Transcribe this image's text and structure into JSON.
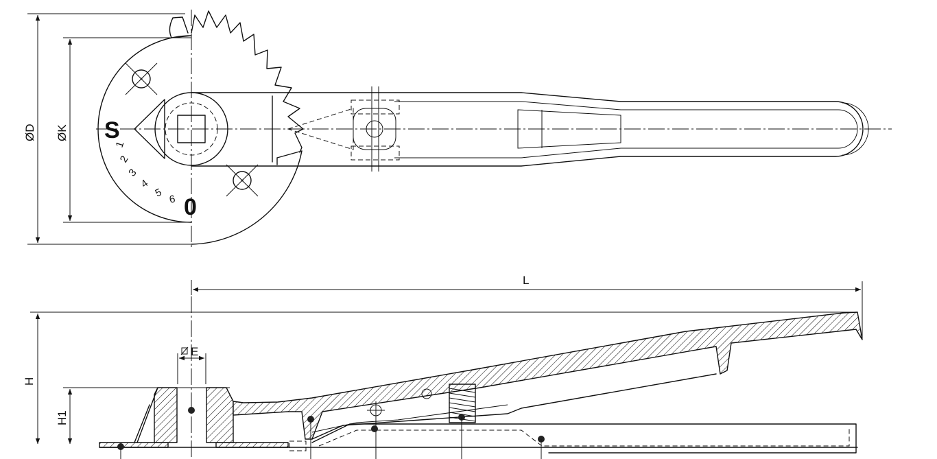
{
  "top_view": {
    "dimensions": {
      "outer_diameter": "ØD",
      "inner_diameter": "ØK"
    },
    "markers": {
      "open": "S",
      "closed": "0"
    },
    "scale_numbers": [
      "1",
      "2",
      "3",
      "4",
      "5",
      "6"
    ]
  },
  "side_view": {
    "dimensions": {
      "length": "L",
      "height": "H",
      "height_lower": "H1",
      "bore": "E"
    }
  }
}
